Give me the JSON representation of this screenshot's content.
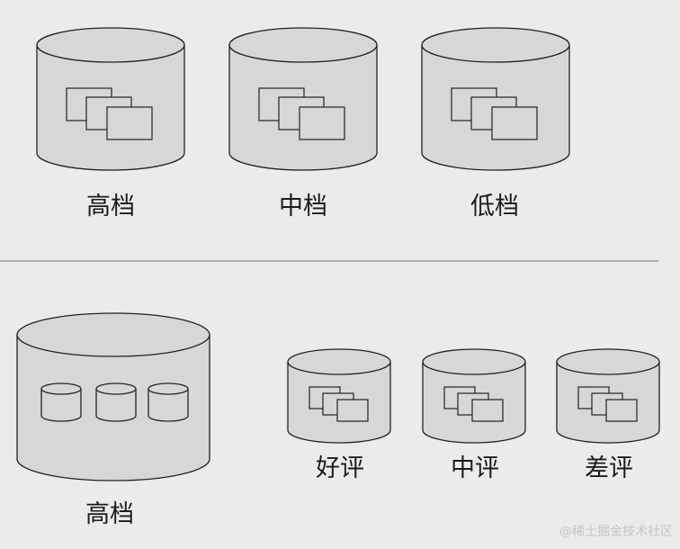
{
  "diagram": {
    "top_row": [
      {
        "label": "高档",
        "content": "documents"
      },
      {
        "label": "中档",
        "content": "documents"
      },
      {
        "label": "低档",
        "content": "documents"
      }
    ],
    "bottom_left": {
      "label": "高档",
      "content": "databases",
      "inner_count": 3
    },
    "bottom_right": [
      {
        "label": "好评",
        "content": "documents"
      },
      {
        "label": "中评",
        "content": "documents"
      },
      {
        "label": "差评",
        "content": "documents"
      }
    ]
  },
  "colors": {
    "background": "#ebebeb",
    "cylinder_fill": "#d6d8d8",
    "cylinder_stroke": "#222222",
    "divider": "#9a9a9a",
    "text": "#1c1c1c"
  },
  "watermark": "@稀土掘金技术社区"
}
